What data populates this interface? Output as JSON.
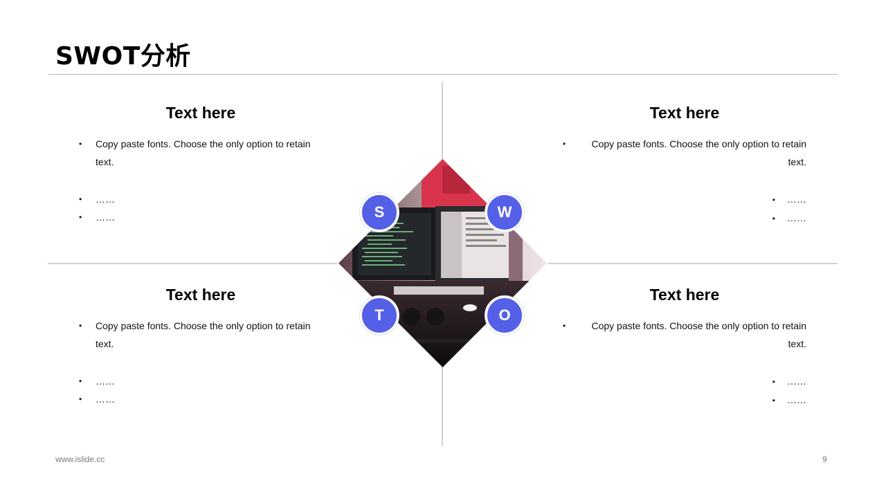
{
  "slide": {
    "title": "SWOT分析",
    "footer_url": "www.islide.cc",
    "page_number": "9"
  },
  "quadrants": {
    "s": {
      "heading": "Text here",
      "bullet_1": "Copy paste fonts. Choose the only option to retain text.",
      "bullet_2": "……",
      "bullet_3": "……"
    },
    "w": {
      "heading": "Text here",
      "bullet_1": "Copy paste fonts. Choose the only option to retain text.",
      "bullet_2": "……",
      "bullet_3": "……"
    },
    "t": {
      "heading": "Text here",
      "bullet_1": "Copy paste fonts. Choose the only option to retain text.",
      "bullet_2": "……",
      "bullet_3": "……"
    },
    "o": {
      "heading": "Text here",
      "bullet_1": "Copy paste fonts. Choose the only option to retain text.",
      "bullet_2": "……",
      "bullet_3": "……"
    }
  },
  "badges": {
    "s": "S",
    "w": "W",
    "t": "T",
    "o": "O"
  },
  "colors": {
    "badge": "#5460e6",
    "divider": "#cfcfcf",
    "accent_photo": "#d9344e"
  }
}
